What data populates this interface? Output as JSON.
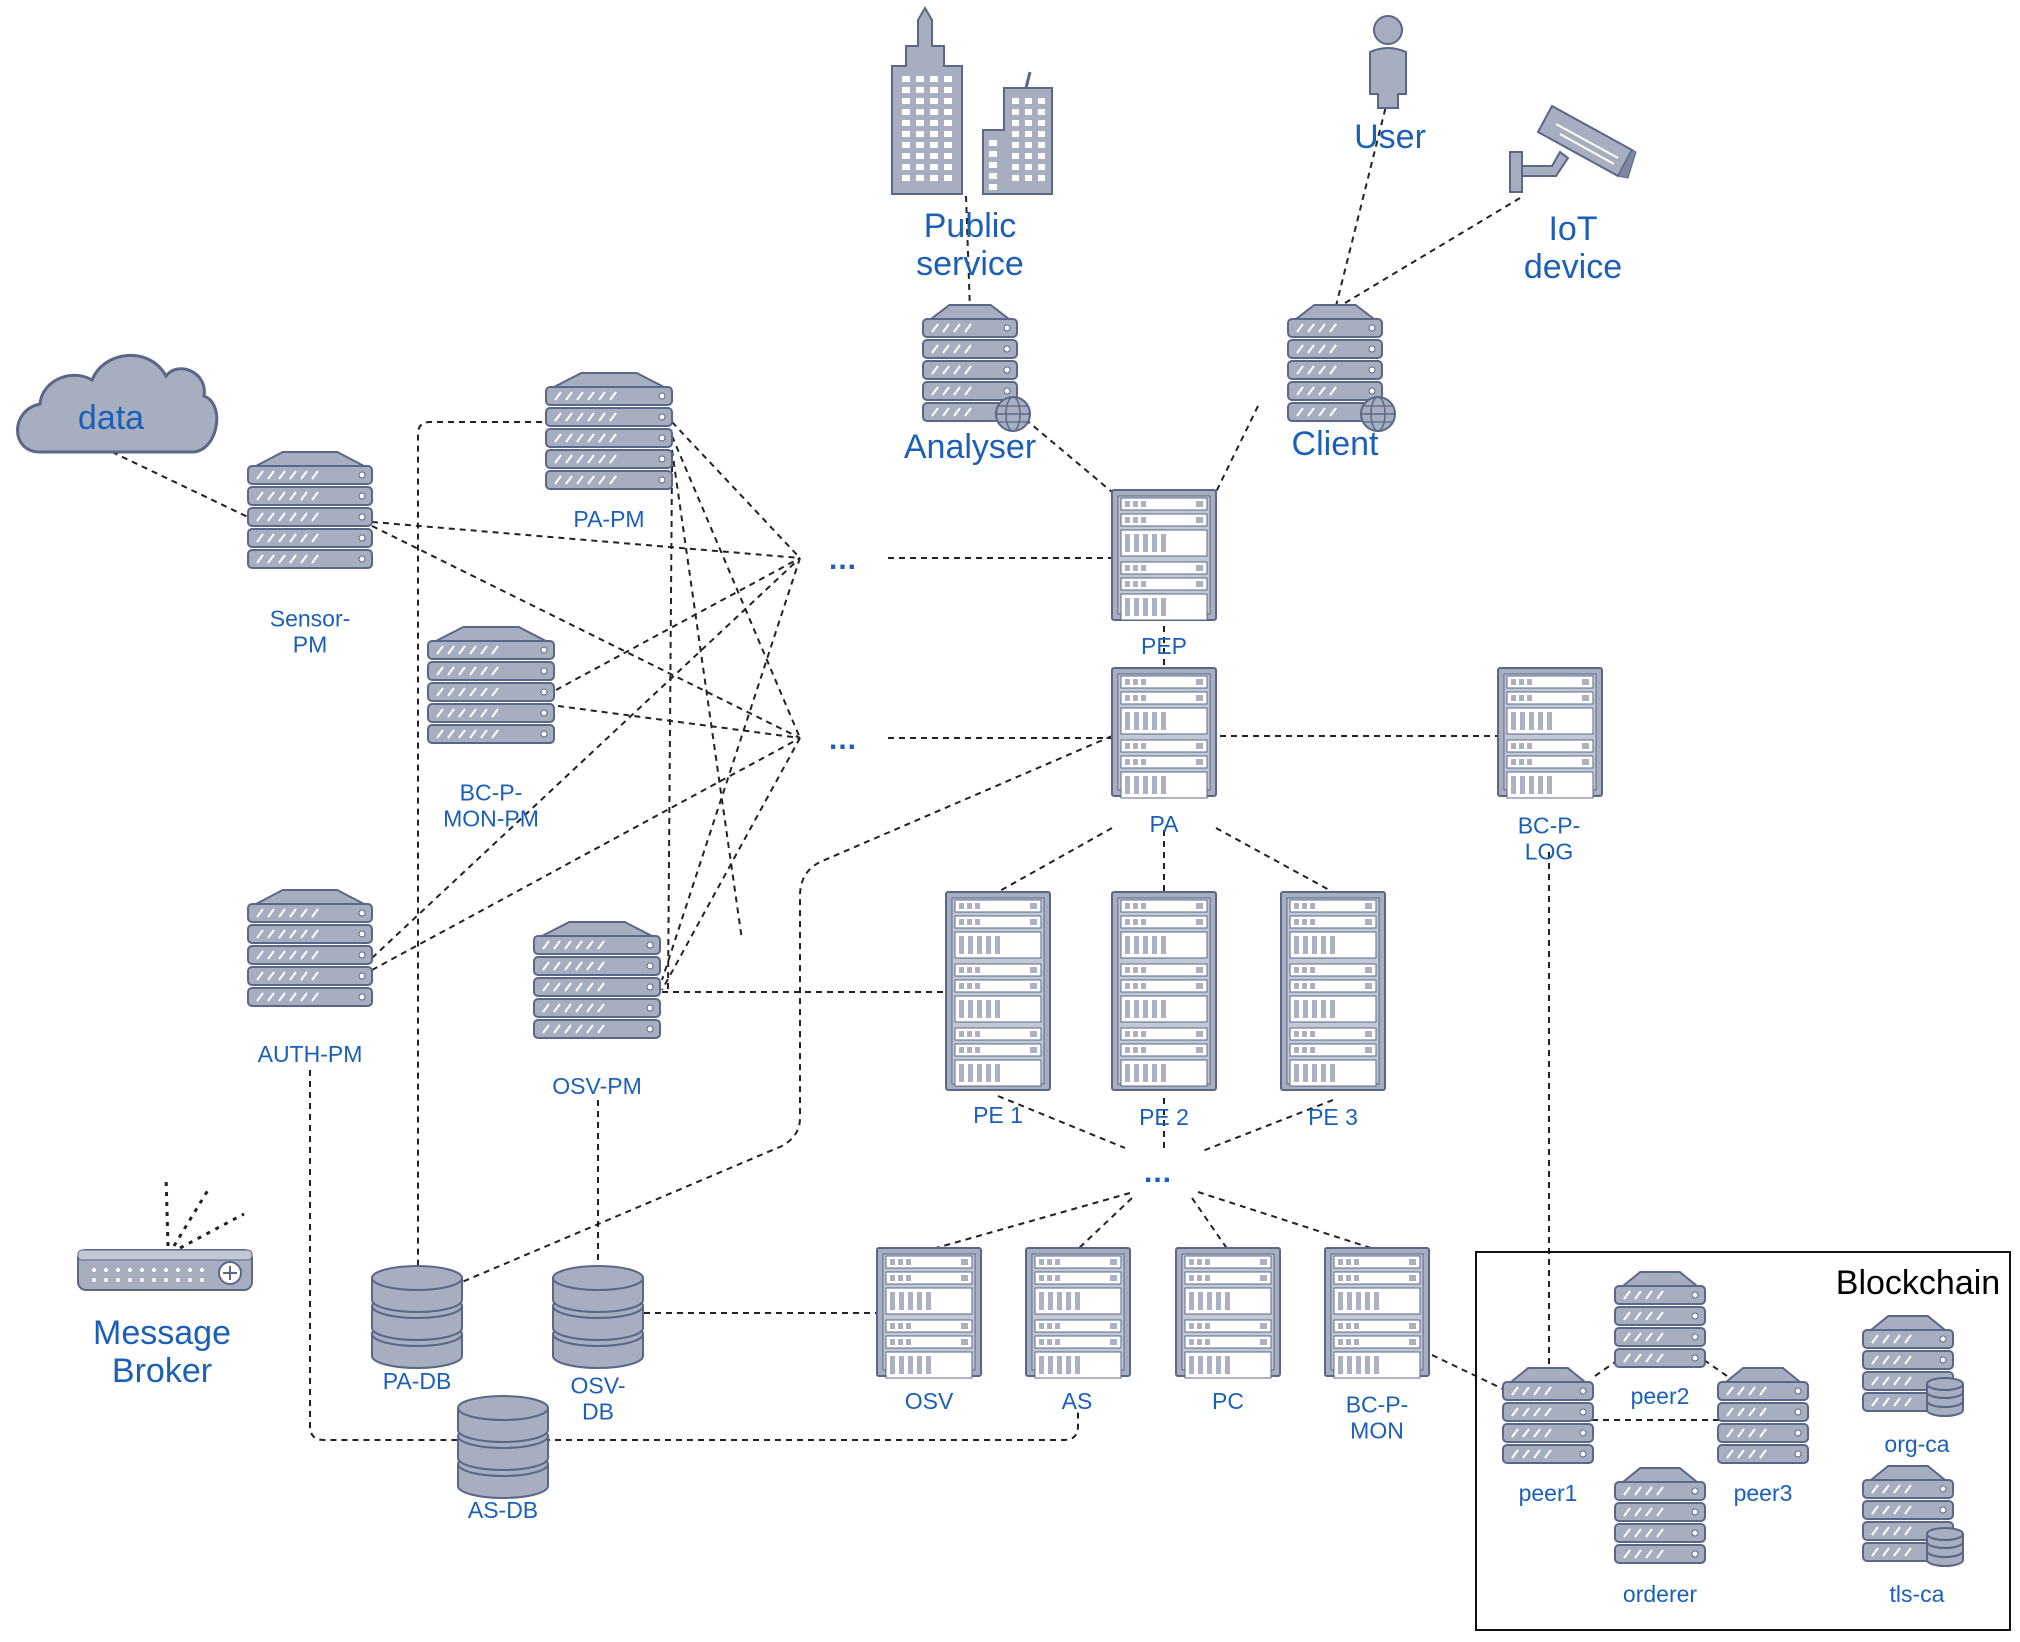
{
  "colors": {
    "icon_fill": "#a6aebf",
    "icon_stroke": "#5a6787",
    "label": "#1b5fb8",
    "line": "#222222"
  },
  "labels": {
    "public_service": "Public\nservice",
    "user": "User",
    "iot_device": "IoT\ndevice",
    "analyser": "Analyser",
    "client": "Client",
    "data": "data",
    "pa_pm": "PA-PM",
    "sensor_pm": "Sensor-\nPM",
    "bc_p_mon_pm": "BC-P-\nMON-PM",
    "pep": "PEP",
    "pa": "PA",
    "bc_p_log": "BC-P-\nLOG",
    "auth_pm": "AUTH-PM",
    "osv_pm": "OSV-PM",
    "pe1": "PE 1",
    "pe2": "PE 2",
    "pe3": "PE 3",
    "message_broker": "Message\nBroker",
    "pa_db": "PA-DB",
    "osv_db": "OSV-\nDB",
    "as_db": "AS-DB",
    "osv": "OSV",
    "as": "AS",
    "pc": "PC",
    "bc_p_mon": "BC-P-\nMON",
    "blockchain": "Blockchain",
    "peer1": "peer1",
    "peer2": "peer2",
    "peer3": "peer3",
    "orderer": "orderer",
    "org_ca": "org-ca",
    "tls_ca": "tls-ca",
    "ellipsis_top": "...",
    "ellipsis_mid": "...",
    "ellipsis_bottom": "..."
  }
}
